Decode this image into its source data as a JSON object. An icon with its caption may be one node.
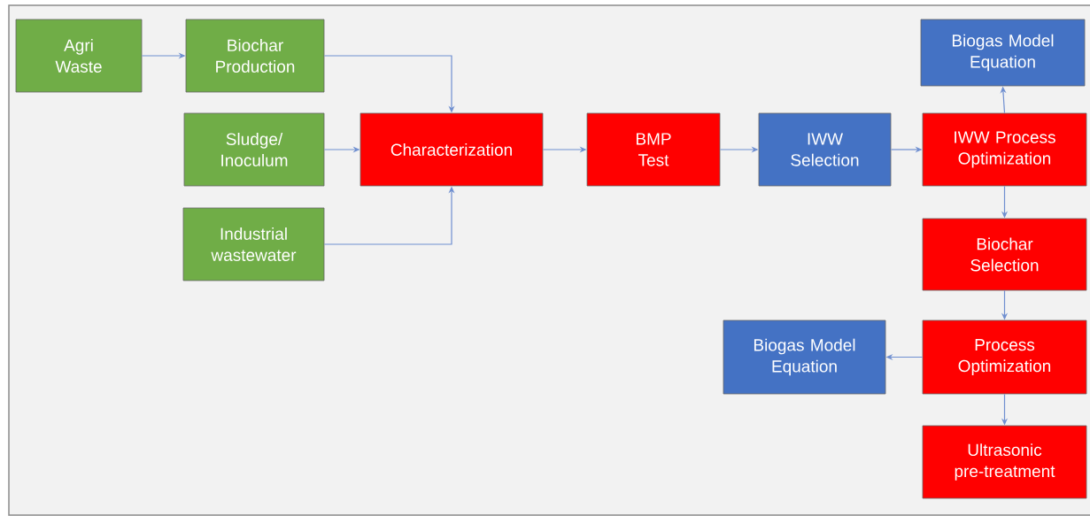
{
  "diagram": {
    "nodes": [
      {
        "text": [
          "Agri Waste"
        ]
      },
      {
        "text": [
          "Biochar Production"
        ]
      },
      {
        "text": [
          "Sludge/ Inoculum"
        ]
      },
      {
        "text": [
          "Industrial wastewater"
        ]
      },
      {
        "text": [
          "Characterization"
        ]
      },
      {
        "text": [
          "BMP Test"
        ]
      },
      {
        "text": [
          "IWW Selection"
        ]
      },
      {
        "text": [
          "Biogas Model Equation"
        ]
      },
      {
        "text": [
          "IWW Process Optimization"
        ]
      },
      {
        "text": [
          "Biochar Selection"
        ]
      },
      {
        "text": [
          "Biogas Model Equation"
        ]
      },
      {
        "text": [
          "Process Optimization"
        ]
      },
      {
        "text": [
          "Ultrasonic pre-treatment"
        ]
      }
    ],
    "edges": [
      {
        "from": 0,
        "to": 1,
        "arrow": "to"
      },
      {
        "from": 1,
        "to": 4,
        "arrow": "to"
      },
      {
        "from": 2,
        "to": 4,
        "arrow": "to"
      },
      {
        "from": 3,
        "to": 4,
        "arrow": "to"
      },
      {
        "from": 4,
        "to": 5,
        "arrow": "to"
      },
      {
        "from": 5,
        "to": 6,
        "arrow": "to"
      },
      {
        "from": 6,
        "to": 8,
        "arrow": "to"
      },
      {
        "from": 8,
        "to": 7,
        "arrow": "to"
      },
      {
        "from": 8,
        "to": 9,
        "arrow": "to"
      },
      {
        "from": 9,
        "to": 11,
        "arrow": "to"
      },
      {
        "from": 11,
        "to": 10,
        "arrow": "to"
      },
      {
        "from": 11,
        "to": 12,
        "arrow": "to"
      }
    ]
  }
}
